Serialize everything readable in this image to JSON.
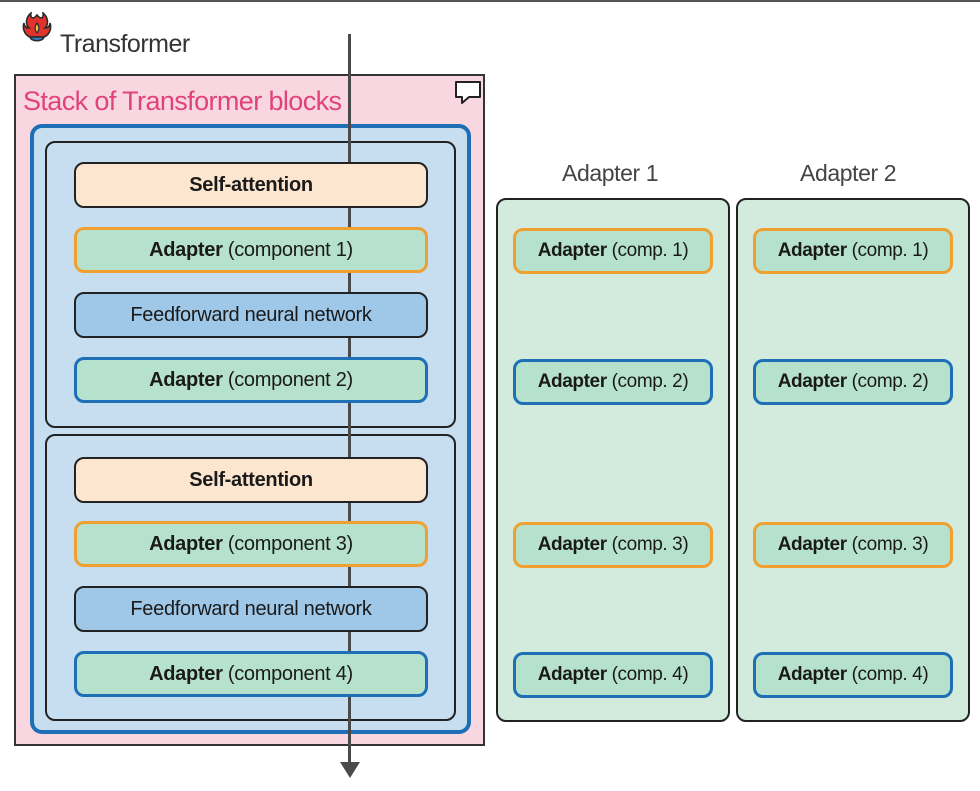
{
  "header": {
    "title": "Transformer"
  },
  "stack": {
    "title": "Stack of Transformer blocks"
  },
  "blocks": [
    {
      "self_attention": "Self-attention",
      "adapter_a": {
        "name": "Adapter",
        "detail": "(component 1)"
      },
      "ffn": "Feedforward neural network",
      "adapter_b": {
        "name": "Adapter",
        "detail": "(component 2)"
      }
    },
    {
      "self_attention": "Self-attention",
      "adapter_a": {
        "name": "Adapter",
        "detail": "(component 3)"
      },
      "ffn": "Feedforward neural network",
      "adapter_b": {
        "name": "Adapter",
        "detail": "(component 4)"
      }
    }
  ],
  "adapter_columns": [
    {
      "title": "Adapter 1",
      "components": [
        {
          "name": "Adapter",
          "detail": "(comp. 1)"
        },
        {
          "name": "Adapter",
          "detail": "(comp. 2)"
        },
        {
          "name": "Adapter",
          "detail": "(comp. 3)"
        },
        {
          "name": "Adapter",
          "detail": "(comp. 4)"
        }
      ]
    },
    {
      "title": "Adapter 2",
      "components": [
        {
          "name": "Adapter",
          "detail": "(comp. 1)"
        },
        {
          "name": "Adapter",
          "detail": "(comp. 2)"
        },
        {
          "name": "Adapter",
          "detail": "(comp. 3)"
        },
        {
          "name": "Adapter",
          "detail": "(comp. 4)"
        }
      ]
    }
  ],
  "colors": {
    "stack_bg": "#f9d7e0",
    "stack_title": "#e0437a",
    "blue_border": "#1f6fb6",
    "orange_border": "#f0a031",
    "adapter_fill": "#b6e2cd",
    "self_attention_fill": "#fde6cf",
    "ffn_fill": "#9fc8e8",
    "column_fill": "#d2ebdd"
  },
  "icons": [
    "transformer-logo-icon",
    "comment-icon",
    "down-arrow-icon"
  ]
}
